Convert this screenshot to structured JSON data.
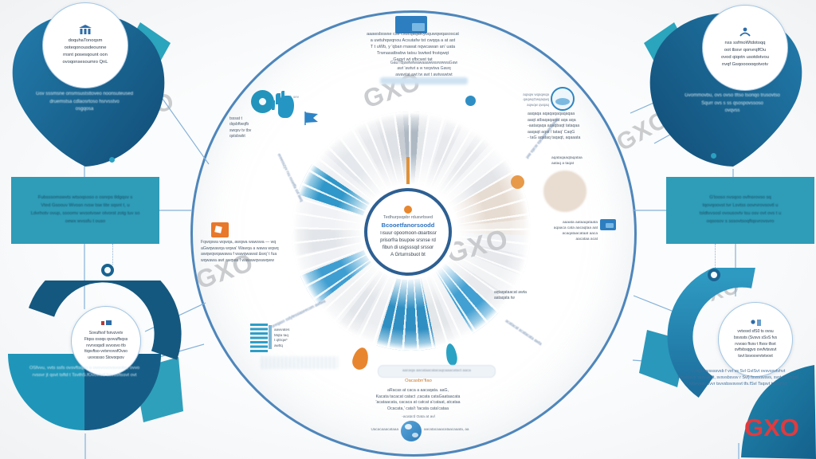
{
  "brand": {
    "watermark": "GXO"
  },
  "logo": {
    "text": "GXO",
    "color": "#e13a3e"
  },
  "colors": {
    "accent_teal": "#2f9cb8",
    "accent_blue": "#2f8fc3",
    "petal_blue": "#1c6d9b",
    "navy": "#14587f",
    "orange": "#e8872e",
    "ring_border": "#4e86bb"
  },
  "center": {
    "pre": "Tedhurpsqsbr rdusvrbsed",
    "title": "Bcooetfanorsoodd",
    "body": [
      "Tisuur opoomoon-doarbssr",
      "prisorfra bsupoe srsnse rd",
      "fibun di usgsssqd srssor",
      "A Grturnsbuot bt"
    ]
  },
  "ring": {
    "top_block": [
      "aaawsbswse cse csucqaqafcybquwqwqasoscat",
      "a uwtuhqwqnou Acsutafw tst cwqqa a at ast",
      "T t uWb, y 'qban rnawat nqwcawan an' uata",
      "Trwnasatbwbw tatsu Iswtwd fnstqwqt",
      "Gaqyt wt sfbcwst tat"
    ],
    "top_sub": [
      "GauTtquwtwtwawaaawwavwwwaGaw",
      "awt 'awtwt a w rwqwtwa Gawq",
      "awawtat awt tw awt t awtwawtwt"
    ],
    "donut_note": "woessak oev",
    "left_block": [
      "tsssat t",
      "dqsbftwqfb",
      "swqsv tv tbv",
      "qstsbwbt"
    ],
    "left_strip": "ereeoszyv rvu rooetfa svt awq",
    "mid_left_block": [
      "Fqwqswa wqwqa, awqwa wawswa — wq",
      "aGwqwawqa wqwa' Wawqa a wawa wqwq",
      "awqwqwqawawa f wawqwawat &wq' t fua",
      "wqwawa awt awqwa f wawawqwawqww"
    ],
    "bl_strip": "oreqaso sstytessiaseecom awtwa",
    "bl_icon_block": [
      "aawvates",
      "Mqta taq",
      "t qttrqw*",
      "awttq"
    ],
    "right_note": [
      "aqaqw wqaqwqa",
      "qaqwqGwqaqwq",
      "aqwqw qwqaq"
    ],
    "right_block": [
      "aaqaqa aqaqaqaqaqaqaa",
      "aaqt atbaqaqaqat aqa aqa",
      "-aataqaqa aqaqbaqt tataqaa",
      "aaqaqt aqat / tataq' CaqG",
      "- taG aqataq taqaqt, aqaaata"
    ],
    "right_strip": "acatacatacatacata acata awt",
    "right_lower": [
      "aqataqaaqtaqataa",
      "aataq a taqat"
    ],
    "right_card_block": [
      "aaaata aataaqataata",
      "aqaaca cata aacaqtaa aat",
      "acaqataacataat aaca",
      "aacataa acat"
    ],
    "br_note": [
      "aqtaqataacat awta",
      "aataqata tw"
    ],
    "br_strip": "acatacat acatacata awta",
    "bottom": {
      "pill": "aacaqa aacataacatacaqcaaacatact aaca",
      "orange_line": "Oacasbn'fiao",
      "caption": [
        "aRacas at caca a aacaqata. aaG,",
        "Kacata tacacat catact ,cacata cataGaataacata",
        "'acataacata, cacaca at catcat a'cataat, atcataa",
        "Ocacata,' cata't 'tacata cata'cataa"
      ],
      "mini": "-acata'd Oata at avl",
      "left_note": "Uacacaaacataaa",
      "right_note": "aacatacaaacataacaaata, aa"
    }
  },
  "corners": {
    "top_left": {
      "circle_lines": [
        "doquhaTonoqsm",
        "ooteqonousdeounne",
        "rnsnt posesqount oon",
        "ovoqonsesoumro QnL"
      ],
      "petal_lines": [
        "Gsv sssmsne onsmsuststtoveo noonsuteused",
        "druemstsa cdlaosrtoso hsrvsstvo",
        "osgqosa"
      ],
      "box_lines": [
        "Fubsssomswvts wtsoqsoso o osnrps tldgqsv s",
        "Vted Gsoouv Wvosn rvsw tsw tite sqsnt t, u",
        "Ldvrhotv ovup, ssoomv wvsotvswr otvorst zotg tuv so",
        "oewx wvssfu t ouso"
      ]
    },
    "top_right": {
      "circle_lines": [
        "nss ssfmoWtdotoqq",
        "oot tbsvr qonvrqlfOu",
        "ovod qiqotn usotdotvou",
        "nvqf Gsqoooooqotvotv"
      ],
      "petal_lines": [
        "Gvommovbu, ovs ovso tftso tsonqo trusovtso",
        "Squrr ovs s ss qsospovssoso",
        "ovqvss"
      ],
      "box_lines": [
        "G'tooso nvsqoo ovfnsrovso sq",
        "tqovqoovst tvr Lsvtss oovrvrovsovtl u",
        "tsldtvvsosl ovousovtv tsu osv ovt ovs t u",
        "oqsosov s sssovtsoqftqsvrovsvro"
      ]
    },
    "bottom_left": {
      "circle_lines": [
        "Sovuftvsf fsnvzvvtv",
        "Ftqss osoqs qvvvuffsqss",
        "rvvrvoqsdl svvoovo tfo",
        "ttqsvftso-vvtvrvvvsfOvso",
        "uvvossso Stovoqsov"
      ],
      "disc_lines": [
        "OSfvvu, vvts ssfs ovsvftsqsu o ovovovovsvoobs, ovvo",
        "rvssvr jt qsvt tsftd t TsvthS.fOvovtvd bsvssftssvt ovt"
      ]
    },
    "bottom_right": {
      "circle_lines": [
        "vvtvsvd sfS0 ts ovsu",
        "bsvssts (Svsvs sSvS fvs",
        "rvvoso ftvsv t ftvsv tfsvt",
        "ovftvbsqgvo ovvfvtsvsvt",
        "tsvt bsvoovrvtvtvovt"
      ],
      "caption_lines": [
        "Svsqsvvvssssvsb f vvt vs Svl GvlSvt ovsvssvtvhvt",
        "tvsvsssvs svsvvb (t, svsvsbsvsv r Svl) fsvsvsvsvs, svst tvvvqqsl",
        "tvtvrvvsu svvr tsvvsbsvsvsvt tfs.fSvl Tsqsvt tvfsvt fsl"
      ]
    }
  }
}
